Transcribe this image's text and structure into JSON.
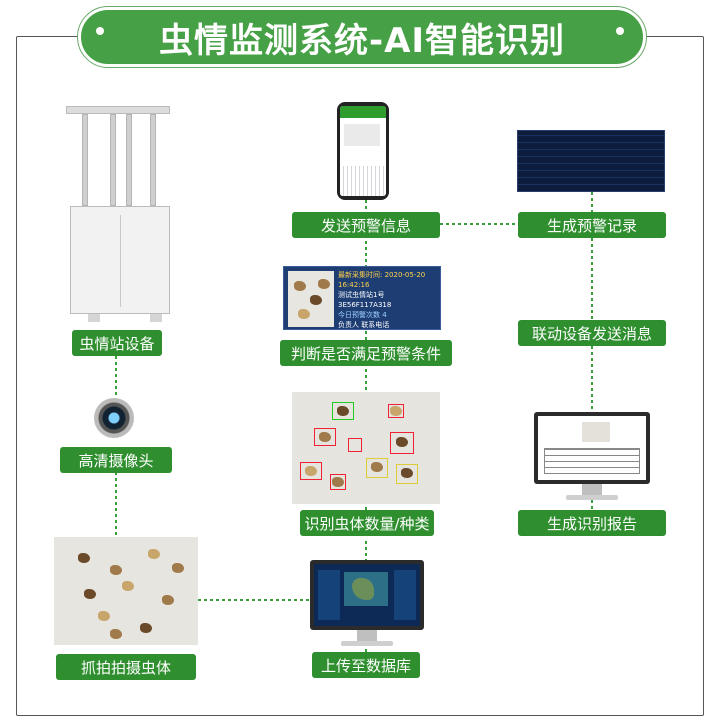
{
  "title": "虫情监测系统-AI智能识别",
  "colors": {
    "accent": "#2f8f2f",
    "line": "#3aa13a"
  },
  "labels": {
    "station": "虫情站设备",
    "camera": "高清摄像头",
    "capture": "抓拍拍摄虫体",
    "send_alert": "发送预警信息",
    "judge": "判断是否满足预警条件",
    "identify": "识别虫体数量/种类",
    "upload": "上传至数据库",
    "alert_record": "生成预警记录",
    "linkage": "联动设备发送消息",
    "report": "生成识别报告"
  },
  "panel": {
    "time": "最新采集时间: 2020-05-20 16:42:16",
    "name": "测试虫情站1号",
    "id": "3E56F117A318",
    "count": "今日预警次数 4",
    "contact": "负责人      联系电话"
  }
}
